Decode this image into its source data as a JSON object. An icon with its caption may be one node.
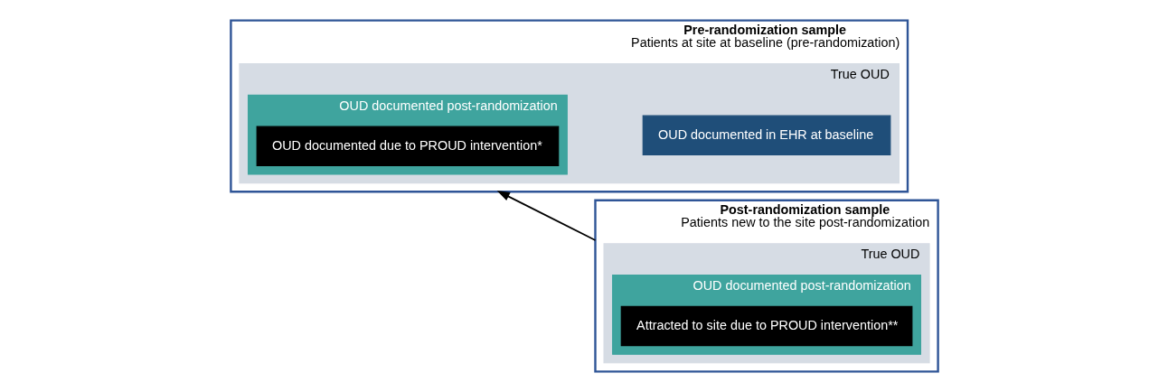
{
  "diagram": {
    "nodes": [
      {
        "text": [
          "Pre-randomization sample",
          "Patients at site at baseline (pre-randomization)"
        ]
      },
      {
        "text": [
          "True OUD"
        ],
        "in": 0
      },
      {
        "text": [
          "OUD documented in EHR at baseline"
        ],
        "in": 1
      },
      {
        "text": [
          "OUD documented post-randomization"
        ],
        "in": 1
      },
      {
        "text": [
          "OUD documented due to PROUD intervention*"
        ],
        "in": 3
      },
      {
        "text": [
          "Post-randomization sample",
          "Patients new to the site post-randomization"
        ]
      },
      {
        "text": [
          "True OUD"
        ],
        "in": 5
      },
      {
        "text": [
          "OUD documented post-randomization"
        ],
        "in": 6
      },
      {
        "text": [
          "Attracted to site due to PROUD intervention**"
        ],
        "in": 7
      }
    ],
    "edges": [
      {
        "from": 5,
        "to": 0,
        "arrow": "to"
      }
    ]
  }
}
